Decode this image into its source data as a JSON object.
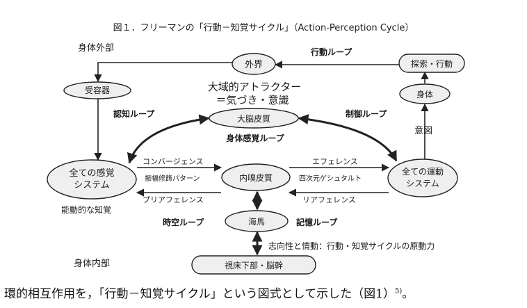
{
  "figure_title": "図１．フリーマンの「行動－知覚サイクル」（Action-Perception Cycle）",
  "regions": {
    "outer": "身体外部",
    "inner": "身体内部"
  },
  "nodes": {
    "gaikai": "外界",
    "tansaku": "探索・行動",
    "juyouki": "受容器",
    "shintai": "身体",
    "daino": "大脳皮質",
    "kankaku": "全ての感覚\nシステム",
    "naibi": "内嗅皮質",
    "undou": "全ての運動\nシステム",
    "kaiba": "海馬",
    "shishouka": "視床下部・脳幹"
  },
  "labels": {
    "koudou_loop": "行動ループ",
    "ninchi_loop": "認知ループ",
    "seigyo_loop": "制御ループ",
    "attractor_1": "大域的アトラクター",
    "attractor_2": "＝気づき・意識",
    "shintai_kankaku_loop": "身体感覚ループ",
    "ito": "意図",
    "convergence": "コンバージェンス",
    "shinpuku": "振幅修飾パターン",
    "efference": "エフェレンス",
    "gestalt": "四次元ゲシュタルト",
    "preafference": "プリアフェレンス",
    "reafference": "リアフェレンス",
    "noudou": "能動的な知覚",
    "jikuu_loop": "時空ループ",
    "kioku_loop": "記憶ループ",
    "shikousei": "志向性と情動：行動・知覚サイクルの原動力"
  },
  "caption": {
    "text": "環的相互作用を，「行動－知覚サイクル」という図式として示した（図1）",
    "sup": "5)",
    "end": "。"
  }
}
